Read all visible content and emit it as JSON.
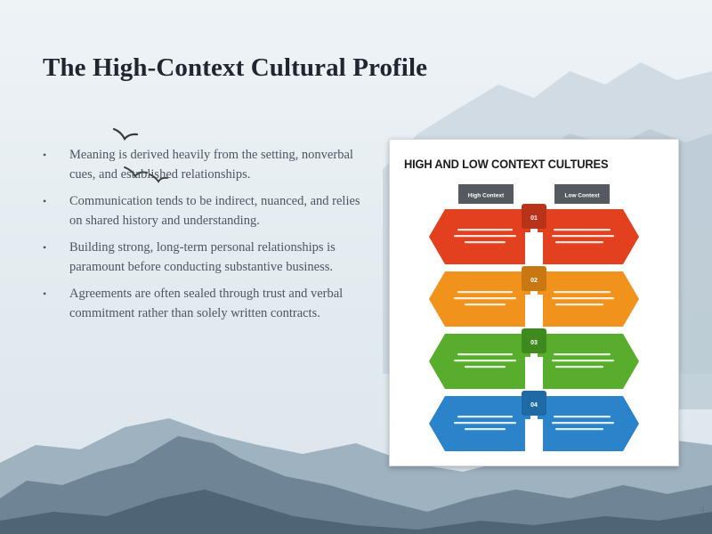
{
  "slide": {
    "title": "The High-Context Cultural Profile",
    "page_number": "4",
    "bullets": [
      "Meaning is derived heavily from the setting, nonverbal cues, and established relationships.",
      "Communication tends to be indirect, nuanced, and relies on shared history and understanding.",
      "Building strong, long-term personal relationships is paramount before conducting substantive business.",
      "Agreements are often sealed through trust and verbal commitment rather than solely written contracts."
    ]
  },
  "infographic": {
    "title": "HIGH AND LOW CONTEXT CULTURES",
    "left_header": "High Context",
    "right_header": "Low Context",
    "rows": [
      {
        "num": "01",
        "color": "#e2401e",
        "tab": "#b8331a"
      },
      {
        "num": "02",
        "color": "#f0921b",
        "tab": "#c87812"
      },
      {
        "num": "03",
        "color": "#58ad2c",
        "tab": "#3f8a1f"
      },
      {
        "num": "04",
        "color": "#2b84c9",
        "tab": "#1f6aa5"
      }
    ]
  },
  "colors": {
    "title": "#1f2630",
    "body_text": "#4d5560",
    "mountain_dark": "#5e7384",
    "mountain_light": "#b9c8d2"
  }
}
